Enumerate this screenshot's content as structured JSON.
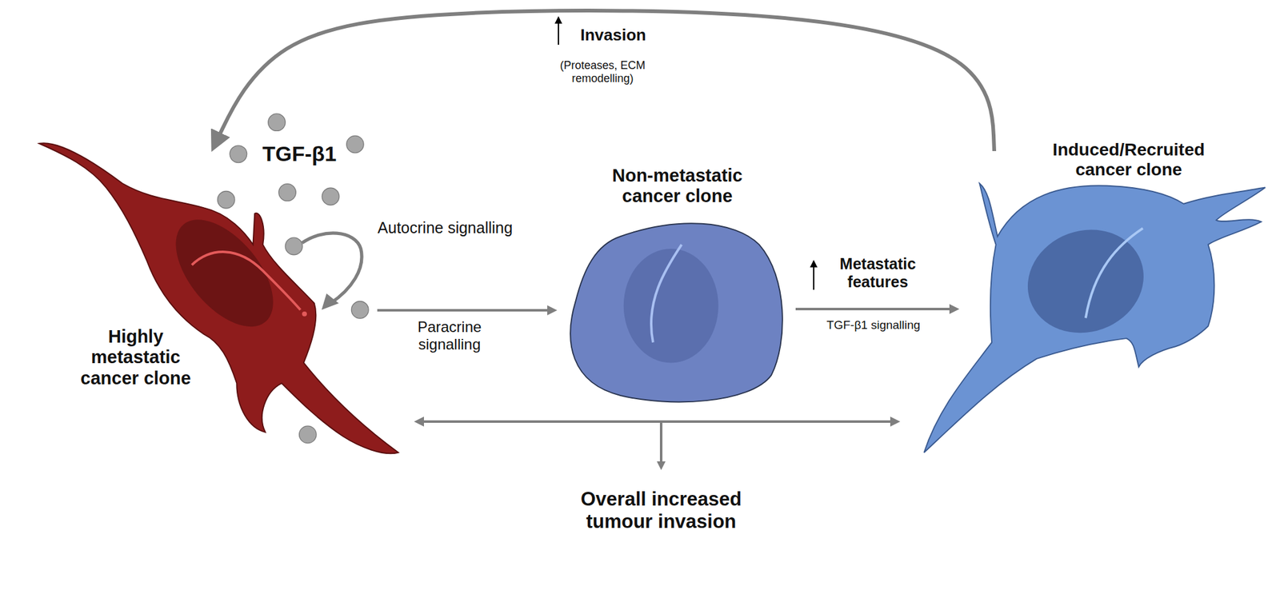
{
  "diagram": {
    "nodes": [
      {
        "text": [
          "Highly metastatic cancer clone"
        ]
      },
      {
        "text": [
          "Non-metastatic cancer clone"
        ]
      },
      {
        "text": [
          "Induced/Recruited cancer clone"
        ]
      }
    ],
    "edges": [
      {
        "from": 0,
        "to": 1,
        "arrow": "to",
        "label": "Paracrine signalling"
      },
      {
        "from": 1,
        "to": 2,
        "arrow": "to",
        "label": "Metastatic features"
      },
      {
        "from": 2,
        "to": 0,
        "arrow": "to",
        "label": "Invasion"
      },
      {
        "from": 0,
        "to": 2,
        "arrow": "both"
      }
    ],
    "labels": [
      "TGF-β1",
      "Autocrine signalling",
      "TGF-β1 signalling",
      "(Proteases, ECM remodelling)",
      "Overall increased tumour invasion"
    ]
  }
}
